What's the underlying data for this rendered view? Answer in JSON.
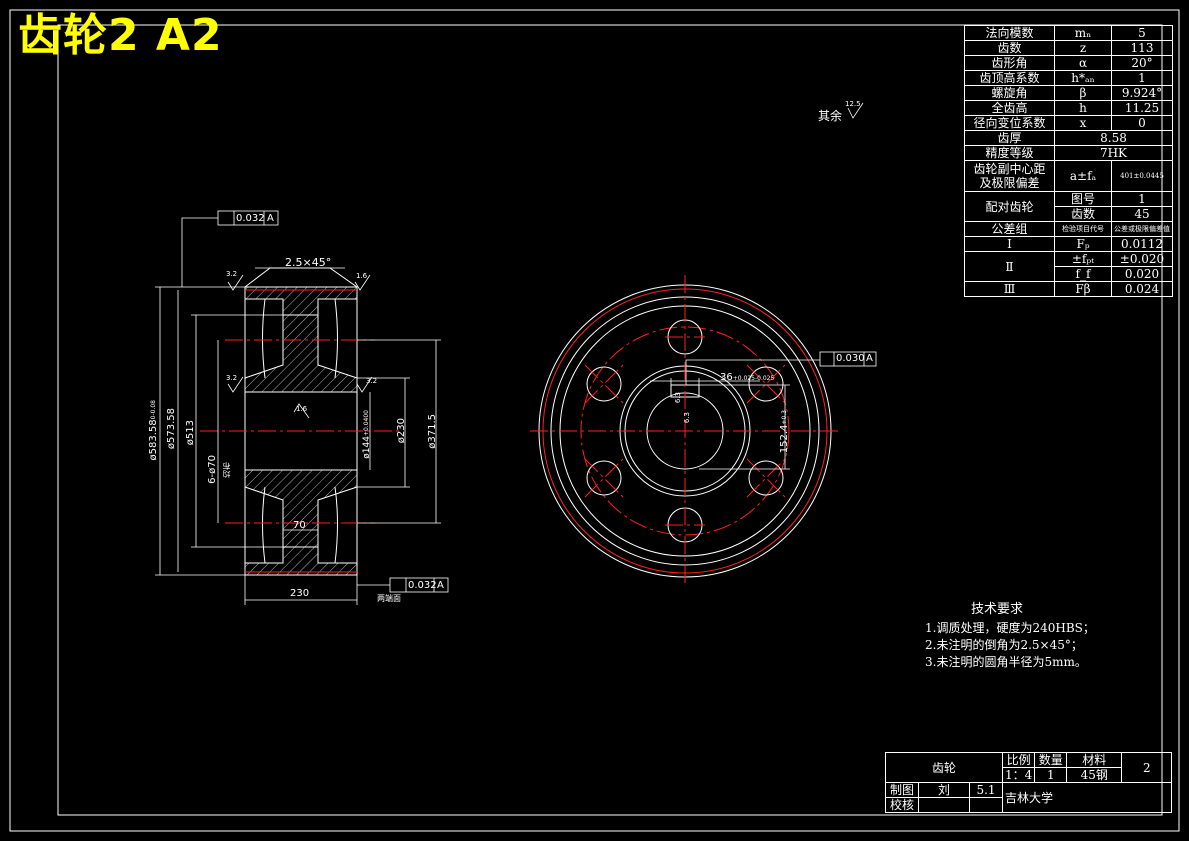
{
  "title": "齿轮2 A2",
  "roughness_note": "其余",
  "roughness_rest": "12.5",
  "params": {
    "rows": [
      {
        "name": "法向模数",
        "symbol": "mₙ",
        "value": "5"
      },
      {
        "name": "齿数",
        "symbol": "z",
        "value": "113"
      },
      {
        "name": "齿形角",
        "symbol": "α",
        "value": "20°"
      },
      {
        "name": "齿顶高系数",
        "symbol": "h*ₐₙ",
        "value": "1"
      },
      {
        "name": "螺旋角",
        "symbol": "β",
        "value": "9.924°"
      },
      {
        "name": "全齿高",
        "symbol": "h",
        "value": "11.25"
      },
      {
        "name": "径向变位系数",
        "symbol": "x",
        "value": "0"
      }
    ],
    "tooth_thickness_label": "齿厚",
    "tooth_thickness_value": "8.58",
    "accuracy_label": "精度等级",
    "accuracy_value": "7HK",
    "center_dist_label_1": "齿轮副中心距",
    "center_dist_label_2": "及极限偏差",
    "center_dist_symbol": "a±fₐ",
    "center_dist_value": "401±0.0445",
    "mating_label": "配对齿轮",
    "drawing_no_label": "图号",
    "drawing_no_value": "1",
    "teeth_label": "齿数",
    "teeth_value": "45",
    "tolerance_group_label": "公差组",
    "tolerance_col2": "检验项目代号",
    "tolerance_col3": "公差或极限偏差值",
    "group_I": "Ⅰ",
    "group_I_symbol": "Fₚ",
    "group_I_value": "0.0112",
    "group_II": "Ⅱ",
    "group_II_sym1": "±fₚₜ",
    "group_II_val1": "±0.020",
    "group_II_sym2": "f_f",
    "group_II_val2": "0.020",
    "group_III": "Ⅲ",
    "group_III_symbol": "Fβ",
    "group_III_value": "0.024"
  },
  "technical_requirements": {
    "title": "技术要求",
    "items": [
      "1.调质处理，硬度为240HBS；",
      "2.未注明的倒角为2.5×45°；",
      "3.未注明的圆角半径为5mm。"
    ]
  },
  "title_block": {
    "part_name": "齿轮",
    "scale_label": "比例",
    "qty_label": "数量",
    "material_label": "材料",
    "sheet_no": "2",
    "scale_value": "1：4",
    "qty_value": "1",
    "material_value": "45钢",
    "drawn_label": "制图",
    "drawn_name": "刘",
    "date": "5.1",
    "school": "吉林大学",
    "check_label": "校核"
  },
  "section_view": {
    "chamfer": "2.5×45°",
    "runout_top_tol": "0.032",
    "runout_top_datum": "A",
    "runout_bottom_tol": "0.032",
    "runout_bottom_datum": "A",
    "runout_bottom_note": "两端面",
    "rough_left_top": "3.2",
    "rough_right_top": "1.6",
    "rough_left_mid": "3.2",
    "rough_right_mid": "3.2",
    "rough_bore": "1.6",
    "dia_outer": "ø583.58",
    "dia_outer_tol_upper": "0",
    "dia_outer_tol_lower": "-0.08",
    "dia_2": "ø573.58",
    "dia_3": "ø513",
    "holes": "6-ø70",
    "holes_note": "均布",
    "bore": "ø144",
    "bore_tol_upper": "+0.040",
    "bore_tol_lower": "0",
    "hub_dia": "ø230",
    "rim_dia": "ø371.5",
    "web_width": "70",
    "face_width": "230"
  },
  "front_view": {
    "flatness_tol": "0.030",
    "flatness_datum": "A",
    "keyway_width": "36",
    "keyway_tol_upper": "+0.025",
    "keyway_tol_lower": "-0.025",
    "keyway_depth": "152.4",
    "keyway_depth_tol": "+0.3",
    "keyway_rough": "6.3",
    "keyway_rough2": "6.3"
  }
}
